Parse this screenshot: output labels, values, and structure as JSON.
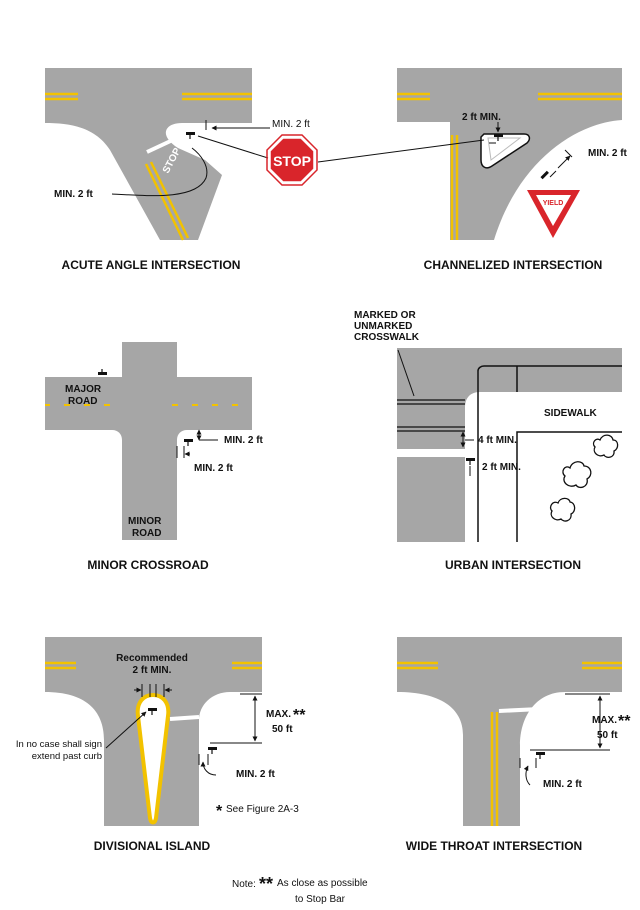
{
  "panels": {
    "acute": {
      "caption": "ACUTE ANGLE INTERSECTION",
      "min_top": "MIN. 2 ft",
      "min_left": "MIN. 2 ft",
      "stop_sign": "STOP",
      "stop_marking": "STOP"
    },
    "channelized": {
      "caption": "CHANNELIZED INTERSECTION",
      "min_top": "2 ft MIN.",
      "min_right": "MIN. 2 ft",
      "yield_sign": "YIELD"
    },
    "minor": {
      "caption": "MINOR CROSSROAD",
      "major_road": [
        "MAJOR",
        "ROAD"
      ],
      "minor_road": [
        "MINOR",
        "ROAD"
      ],
      "min_right": "MIN. 2 ft",
      "min_bottom": "MIN. 2 ft"
    },
    "urban": {
      "caption": "URBAN INTERSECTION",
      "crosswalk_label": [
        "MARKED OR",
        "UNMARKED",
        "CROSSWALK"
      ],
      "sidewalk": "SIDEWALK",
      "min_4": "4 ft MIN.",
      "min_2": "2 ft MIN."
    },
    "divisional": {
      "caption": "DIVISIONAL ISLAND",
      "recommended": [
        "Recommended",
        "2 ft MIN."
      ],
      "no_case": [
        "In no case shall sign",
        "extend past curb"
      ],
      "max_label": [
        "MAX.",
        "50 ft"
      ],
      "min_bottom": "MIN. 2 ft",
      "see_figure": "See Figure 2A-3"
    },
    "wide_throat": {
      "caption": "WIDE THROAT INTERSECTION",
      "max_label": [
        "MAX.",
        "50 ft"
      ],
      "min_bottom": "MIN. 2 ft"
    }
  },
  "note": {
    "prefix": "Note:",
    "text": [
      "As close as possible",
      "to Stop Bar"
    ]
  },
  "colors": {
    "road": "#a6a6a6",
    "yellow": "#f2c200",
    "stop_red": "#d9252b",
    "black": "#111111"
  }
}
